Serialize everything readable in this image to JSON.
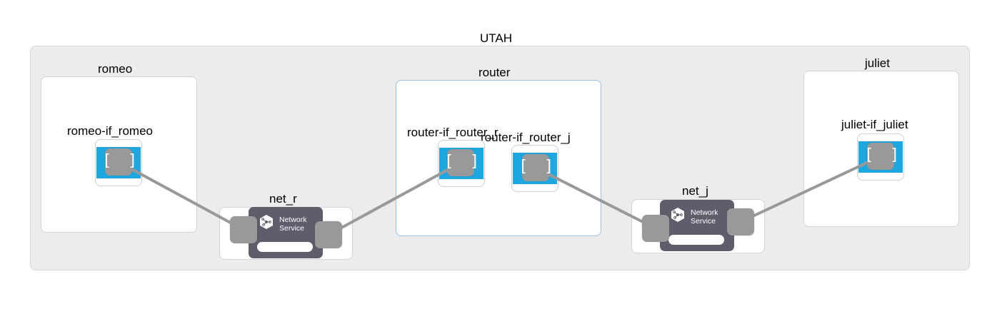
{
  "site": {
    "name": "UTAH"
  },
  "nodes": {
    "romeo": {
      "name": "romeo",
      "interface": "romeo-if_romeo"
    },
    "router": {
      "name": "router",
      "interfaces": [
        "router-if_router_r",
        "router-if_router_j"
      ]
    },
    "juliet": {
      "name": "juliet",
      "interface": "juliet-if_juliet"
    }
  },
  "networks": [
    {
      "name": "net_r",
      "service_line1": "Network",
      "service_line2": "Service"
    },
    {
      "name": "net_j",
      "service_line1": "Network",
      "service_line2": "Service"
    }
  ],
  "colors": {
    "interface": "#1fa7e0",
    "port": "#999999",
    "service": "#5e5d6b",
    "link": "#999999"
  }
}
